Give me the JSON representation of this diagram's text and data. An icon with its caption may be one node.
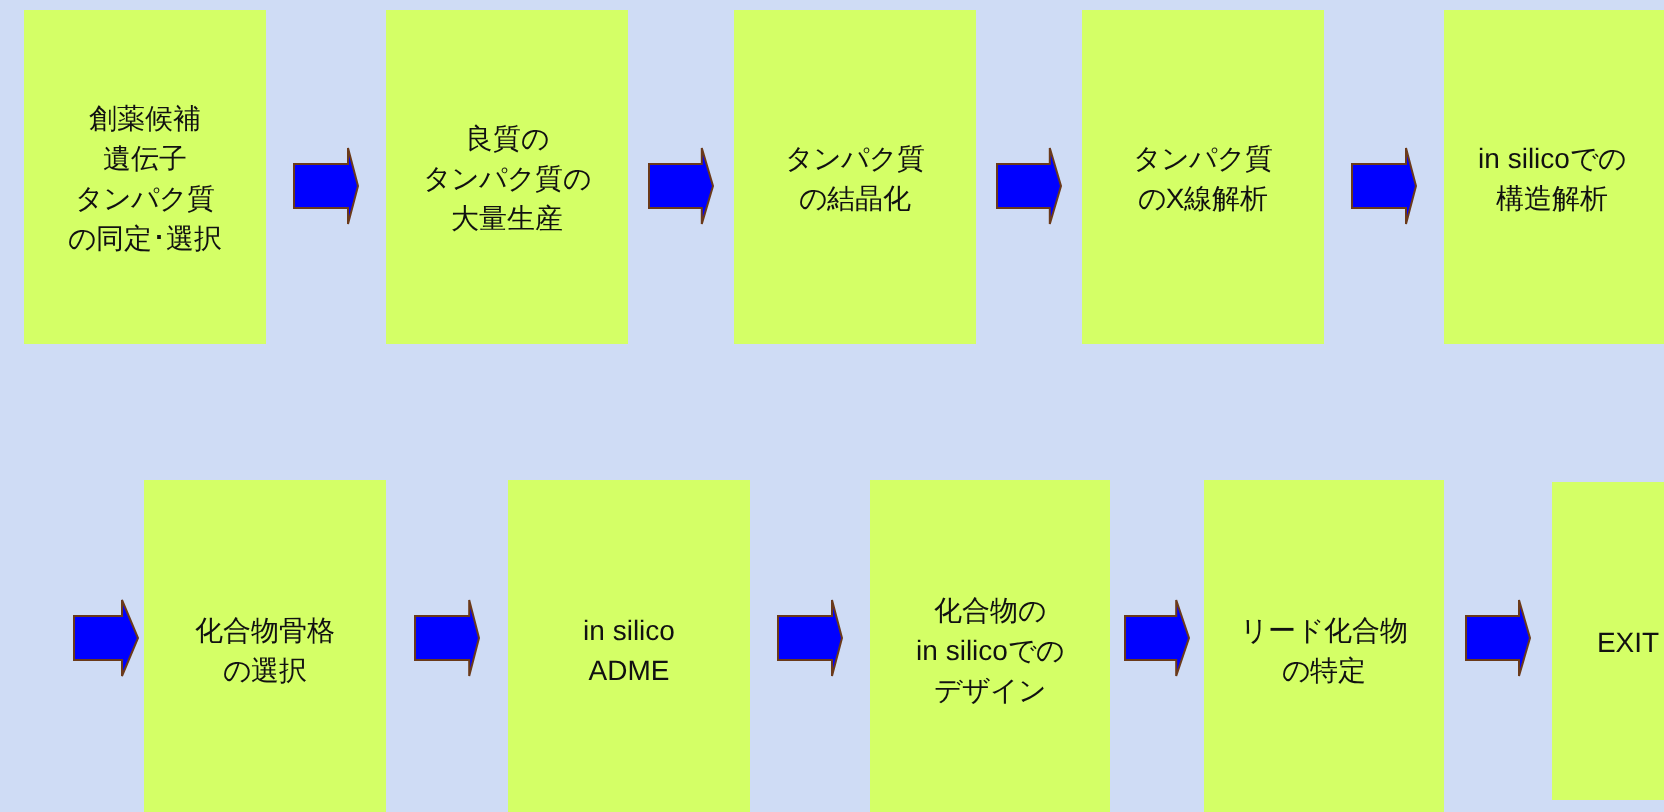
{
  "diagram": {
    "nodes": [
      {
        "text": [
          "創薬候補遺伝子タンパク質の同定･選択"
        ]
      },
      {
        "text": [
          "良質のタンパク質の大量生産"
        ]
      },
      {
        "text": [
          "タンパク質の結晶化"
        ]
      },
      {
        "text": [
          "タンパク質のX線解析"
        ]
      },
      {
        "text": [
          "in silicoでの構造解析"
        ]
      },
      {
        "text": [
          "化合物骨格の選択"
        ]
      },
      {
        "text": [
          "in silico ADME"
        ]
      },
      {
        "text": [
          "化合物のin silicoでのデザイン"
        ]
      },
      {
        "text": [
          "リード化合物の特定"
        ]
      },
      {
        "text": [
          "EXIT"
        ]
      }
    ],
    "edges": [
      {
        "from": 0,
        "to": 1,
        "arrow": "to"
      },
      {
        "from": 1,
        "to": 2,
        "arrow": "to"
      },
      {
        "from": 2,
        "to": 3,
        "arrow": "to"
      },
      {
        "from": 3,
        "to": 4,
        "arrow": "to"
      },
      {
        "from": null,
        "to": 5,
        "arrow": "to"
      },
      {
        "from": 5,
        "to": 6,
        "arrow": "to"
      },
      {
        "from": 6,
        "to": 7,
        "arrow": "to"
      },
      {
        "from": 7,
        "to": 8,
        "arrow": "to"
      },
      {
        "from": 8,
        "to": 9,
        "arrow": "to"
      }
    ]
  }
}
